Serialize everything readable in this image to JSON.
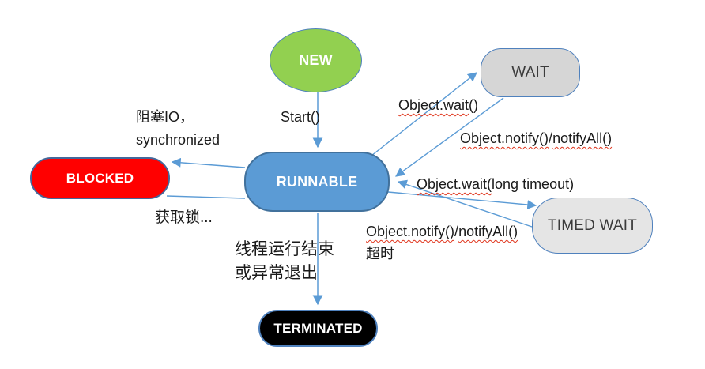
{
  "diagram": {
    "background": "#FFFFFF",
    "arrow_color": "#5B9BD5",
    "node_border_color": "#4F81BD",
    "squiggle_color": "#E0341B",
    "nodes": {
      "new": {
        "label": "NEW",
        "fill": "#92D050",
        "text_color": "#FFFFFF",
        "shape": "ellipse"
      },
      "wait": {
        "label": "WAIT",
        "fill": "#D6D6D6",
        "text_color": "#3B3B3B",
        "shape": "rounded-rect"
      },
      "blocked": {
        "label": "BLOCKED",
        "fill": "#FF0000",
        "text_color": "#FFFFFF",
        "shape": "pill"
      },
      "runnable": {
        "label": "RUNNABLE",
        "fill": "#5B9BD5",
        "text_color": "#FFFFFF",
        "shape": "rounded-rect"
      },
      "timed_wait": {
        "label": "TIMED WAIT",
        "fill": "#E5E5E5",
        "text_color": "#3B3B3B",
        "shape": "rounded-rect"
      },
      "terminated": {
        "label": "TERMINATED",
        "fill": "#000000",
        "text_color": "#FFFFFF",
        "shape": "pill"
      }
    },
    "edge_labels": {
      "start": "Start()",
      "object_wait": {
        "segments": [
          {
            "t": "Object.wait",
            "u": 1
          },
          {
            "t": "()",
            "u": 0
          }
        ]
      },
      "notify_upper": {
        "segments": [
          {
            "t": "Object.notify()",
            "u": 1
          },
          {
            "t": "/",
            "u": 0
          },
          {
            "t": "notifyAll()",
            "u": 1
          }
        ]
      },
      "wait_timeout": {
        "segments": [
          {
            "t": "Object.wait(",
            "u": 1
          },
          {
            "t": "long timeout)",
            "u": 0
          }
        ]
      },
      "notify_lower": {
        "segments": [
          {
            "t": "Object.notify()",
            "u": 1
          },
          {
            "t": "/",
            "u": 0
          },
          {
            "t": "notifyAll()",
            "u": 1
          }
        ]
      },
      "timeout_cn": "超时",
      "blocked_reason_line1": "阻塞IO，",
      "blocked_reason_line2": "synchronized",
      "acquire_lock": "获取锁...",
      "terminate_line1": "线程运行结束",
      "terminate_line2": "或异常退出"
    },
    "edges": [
      {
        "from": "new",
        "to": "runnable",
        "label": "Start()"
      },
      {
        "from": "runnable",
        "to": "wait",
        "label": "Object.wait()"
      },
      {
        "from": "wait",
        "to": "runnable",
        "label": "Object.notify()/notifyAll()"
      },
      {
        "from": "runnable",
        "to": "timed_wait",
        "label": "Object.wait(long timeout)"
      },
      {
        "from": "timed_wait",
        "to": "runnable",
        "label": "Object.notify()/notifyAll() 超时"
      },
      {
        "from": "runnable",
        "to": "blocked",
        "label": "阻塞IO，synchronized"
      },
      {
        "from": "blocked",
        "to": "runnable",
        "label": "获取锁..."
      },
      {
        "from": "runnable",
        "to": "terminated",
        "label": "线程运行结束或异常退出"
      }
    ]
  }
}
